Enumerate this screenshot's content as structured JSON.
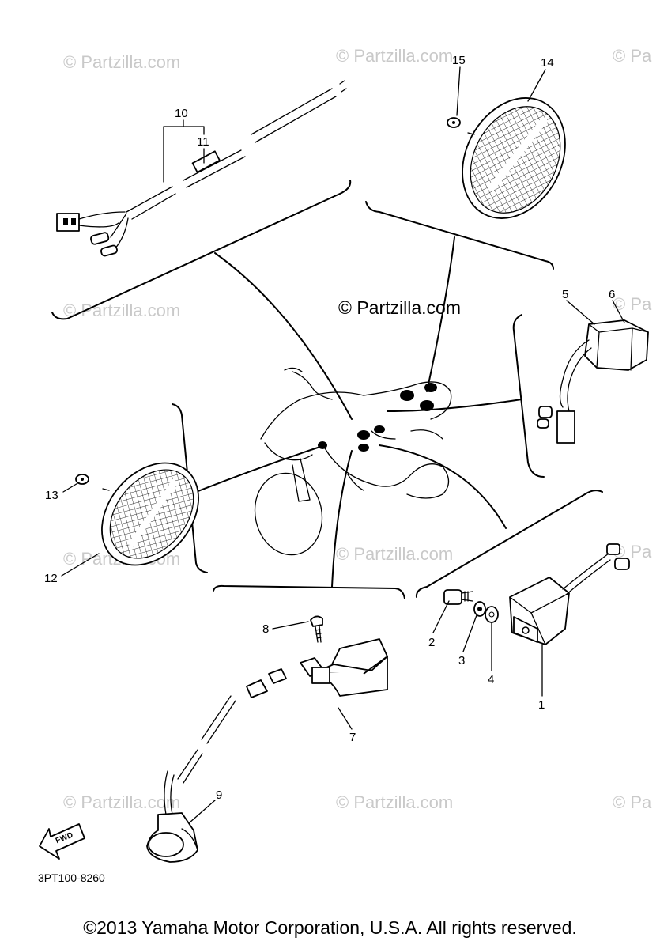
{
  "watermark": "© Partzilla.com",
  "watermark_partial": "© Pa",
  "center_watermark": "© Partzilla.com",
  "diagram_code": "3PT100-8260",
  "fwd_label": "FWD",
  "copyright": "©2013 Yamaha Motor Corporation, U.S.A. All rights reserved.",
  "callouts": {
    "n1": "1",
    "n2": "2",
    "n3": "3",
    "n4": "4",
    "n5": "5",
    "n6": "6",
    "n7": "7",
    "n8": "8",
    "n9": "9",
    "n10": "10",
    "n11": "11",
    "n12": "12",
    "n13": "13",
    "n14": "14",
    "n15": "15"
  }
}
